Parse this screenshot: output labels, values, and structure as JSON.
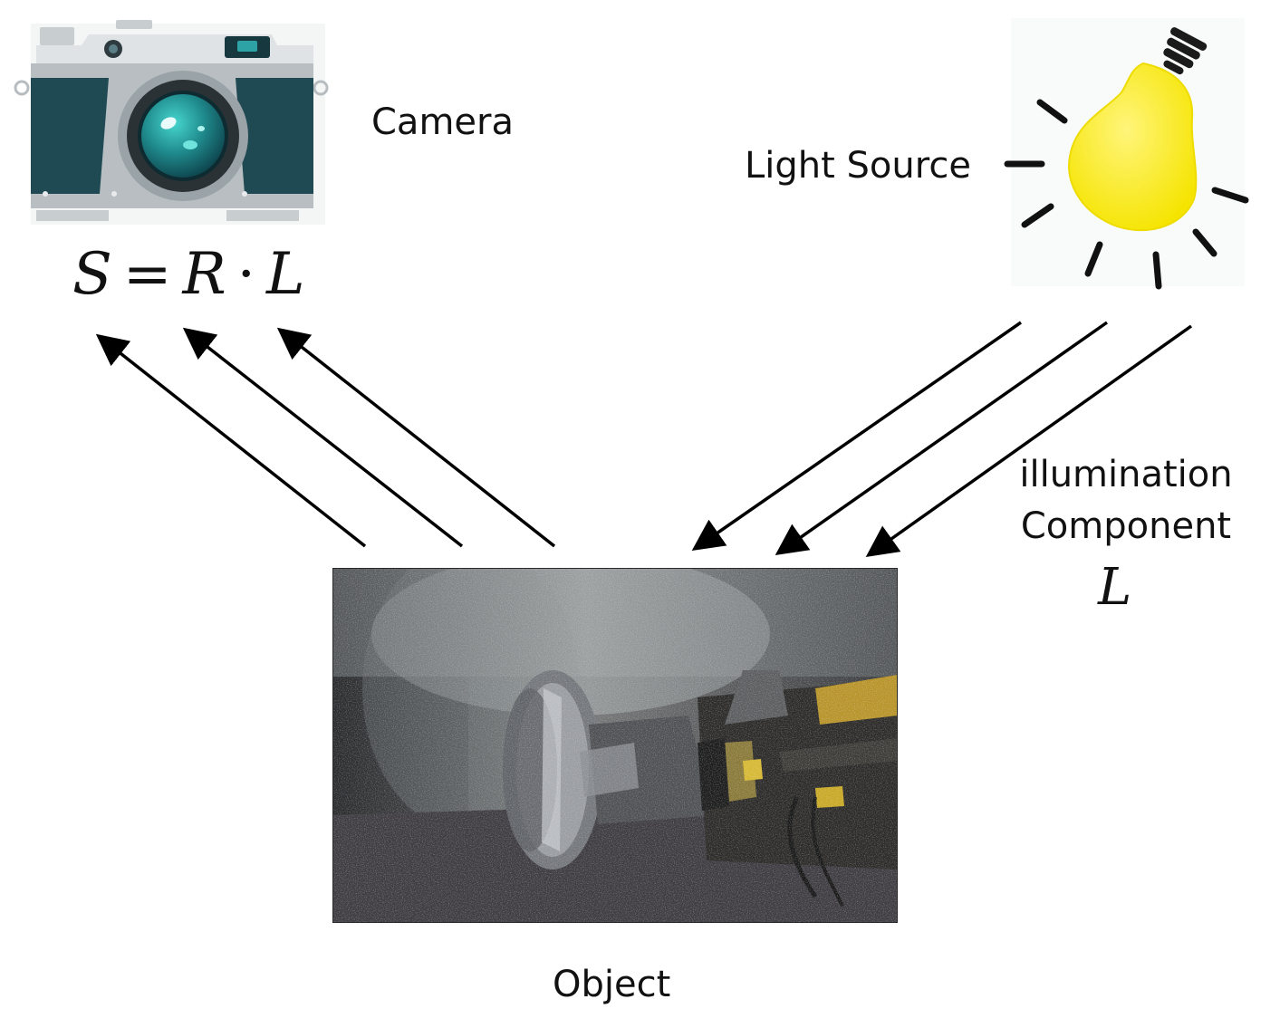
{
  "camera": {
    "label": "Camera",
    "icon": "camera-icon"
  },
  "light_source": {
    "label": "Light Source",
    "icon": "light-bulb-icon",
    "bulb_color": "#F7E900"
  },
  "formula": {
    "S": "S",
    "eq": "=",
    "R": "R",
    "dot": "·",
    "L": "L"
  },
  "illumination": {
    "line1": "illumination",
    "line2": "Component",
    "symbol": "L"
  },
  "object": {
    "label": "Object",
    "image": "coal-mine-shearer-photo"
  },
  "arrows": {
    "reflected_count": 3,
    "incident_count": 3,
    "color": "#000000"
  }
}
